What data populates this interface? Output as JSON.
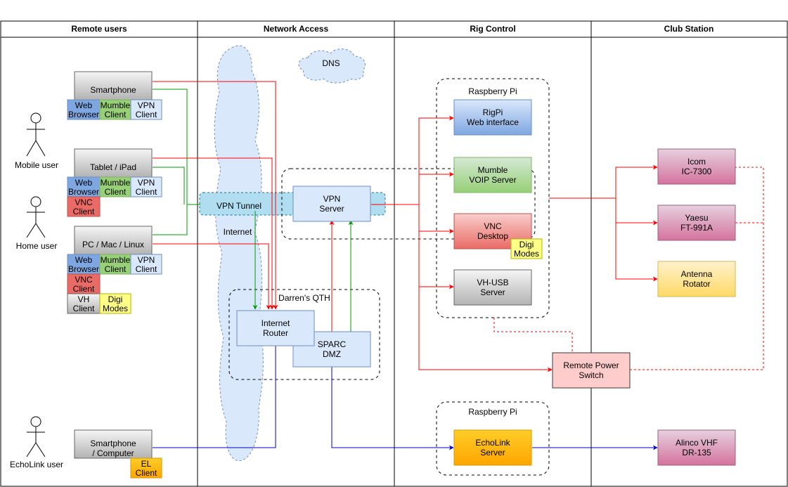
{
  "lanes": [
    {
      "title": "Remote users"
    },
    {
      "title": "Network Access"
    },
    {
      "title": "Rig Control"
    },
    {
      "title": "Club Station"
    }
  ],
  "actors": {
    "mobile": "Mobile user",
    "home": "Home user",
    "echolink": "EchoLink user"
  },
  "devices": {
    "smartphone": "Smartphone",
    "tablet": "Tablet / iPad",
    "pc": "PC / Mac / Linux",
    "smartphone_computer": [
      "Smartphone",
      "/ Computer"
    ]
  },
  "apps": {
    "web_browser": [
      "Web",
      "Browser"
    ],
    "mumble_client": [
      "Mumble",
      "Client"
    ],
    "vpn_client": [
      "VPN",
      "Client"
    ],
    "vnc_client": [
      "VNC",
      "Client"
    ],
    "vh_client": [
      "VH",
      "Client"
    ],
    "digi_modes": [
      "Digi",
      "Modes"
    ],
    "el_client": [
      "EL",
      "Client"
    ]
  },
  "network": {
    "dns": "DNS",
    "internet": "Internet",
    "vpn_tunnel": "VPN Tunnel",
    "vpn_server": [
      "VPN",
      "Server"
    ],
    "qth": "Darren's QTH",
    "router": [
      "Internet",
      "Router"
    ],
    "sparc_dmz": [
      "SPARC",
      "DMZ"
    ]
  },
  "rig": {
    "raspberry_pi": "Raspberry Pi",
    "raspberry_pi_2": "Raspberry Pi",
    "rigpi": [
      "RigPi",
      "Web interface"
    ],
    "mumble_server": [
      "Mumble",
      "VOIP Server"
    ],
    "vnc_desktop": [
      "VNC",
      "Desktop"
    ],
    "digi_modes": [
      "Digi",
      "Modes"
    ],
    "vh_usb": [
      "VH-USB",
      "Server"
    ],
    "remote_power": [
      "Remote Power",
      "Switch"
    ],
    "echolink_server": [
      "EchoLink",
      "Server"
    ]
  },
  "station": {
    "icom": [
      "Icom",
      "IC-7300"
    ],
    "yaesu": [
      "Yaesu",
      "FT-991A"
    ],
    "antenna": [
      "Antenna",
      "Rotator"
    ],
    "alinco": [
      "Alinco VHF",
      "DR-135"
    ]
  },
  "colors": {
    "red": "#ff0000",
    "green": "#009900",
    "blue": "#0000cc",
    "gray_box": "#d9d9d9",
    "light_blue": "#dae8fc",
    "blue_box": "#a9c4eb",
    "green_box": "#97d077",
    "red_box": "#ea6b66",
    "yellow": "#ffff88",
    "orange": "#ffcd28",
    "pink": "#e6d0de",
    "pink_box": "#d5739d",
    "power_pink": "#ffcccc",
    "antenna_yellow": "#fff2cc"
  }
}
